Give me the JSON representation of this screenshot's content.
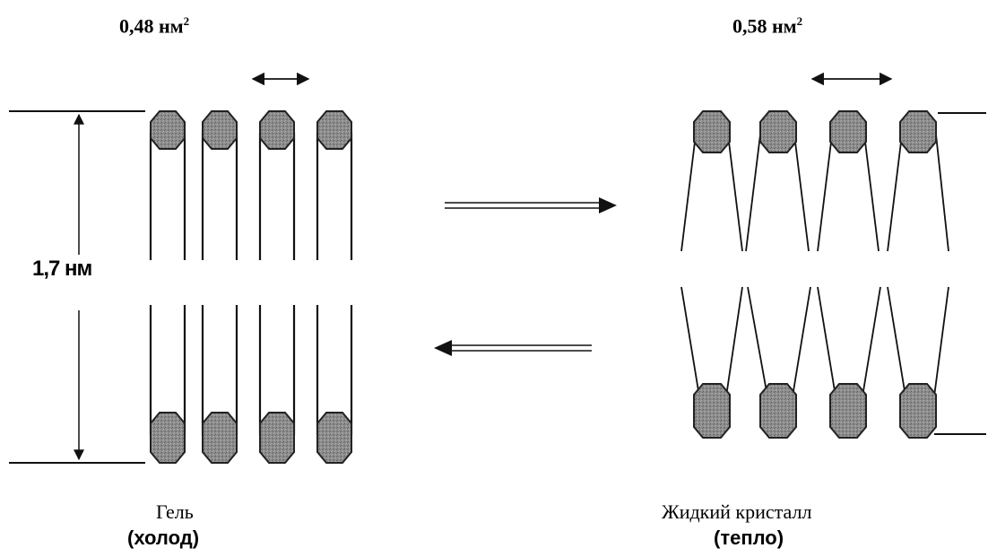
{
  "left": {
    "area_value": "0,48 нм",
    "area_exp": "2",
    "thickness": "1,7 нм",
    "state": "Гель",
    "condition": "(холод)"
  },
  "right": {
    "area_value": "0,58 нм",
    "area_exp": "2",
    "state": "Жидкий кристалл",
    "condition": "(тепло)"
  },
  "colors": {
    "head_fill": "#8a8a8a",
    "line": "#111111"
  }
}
